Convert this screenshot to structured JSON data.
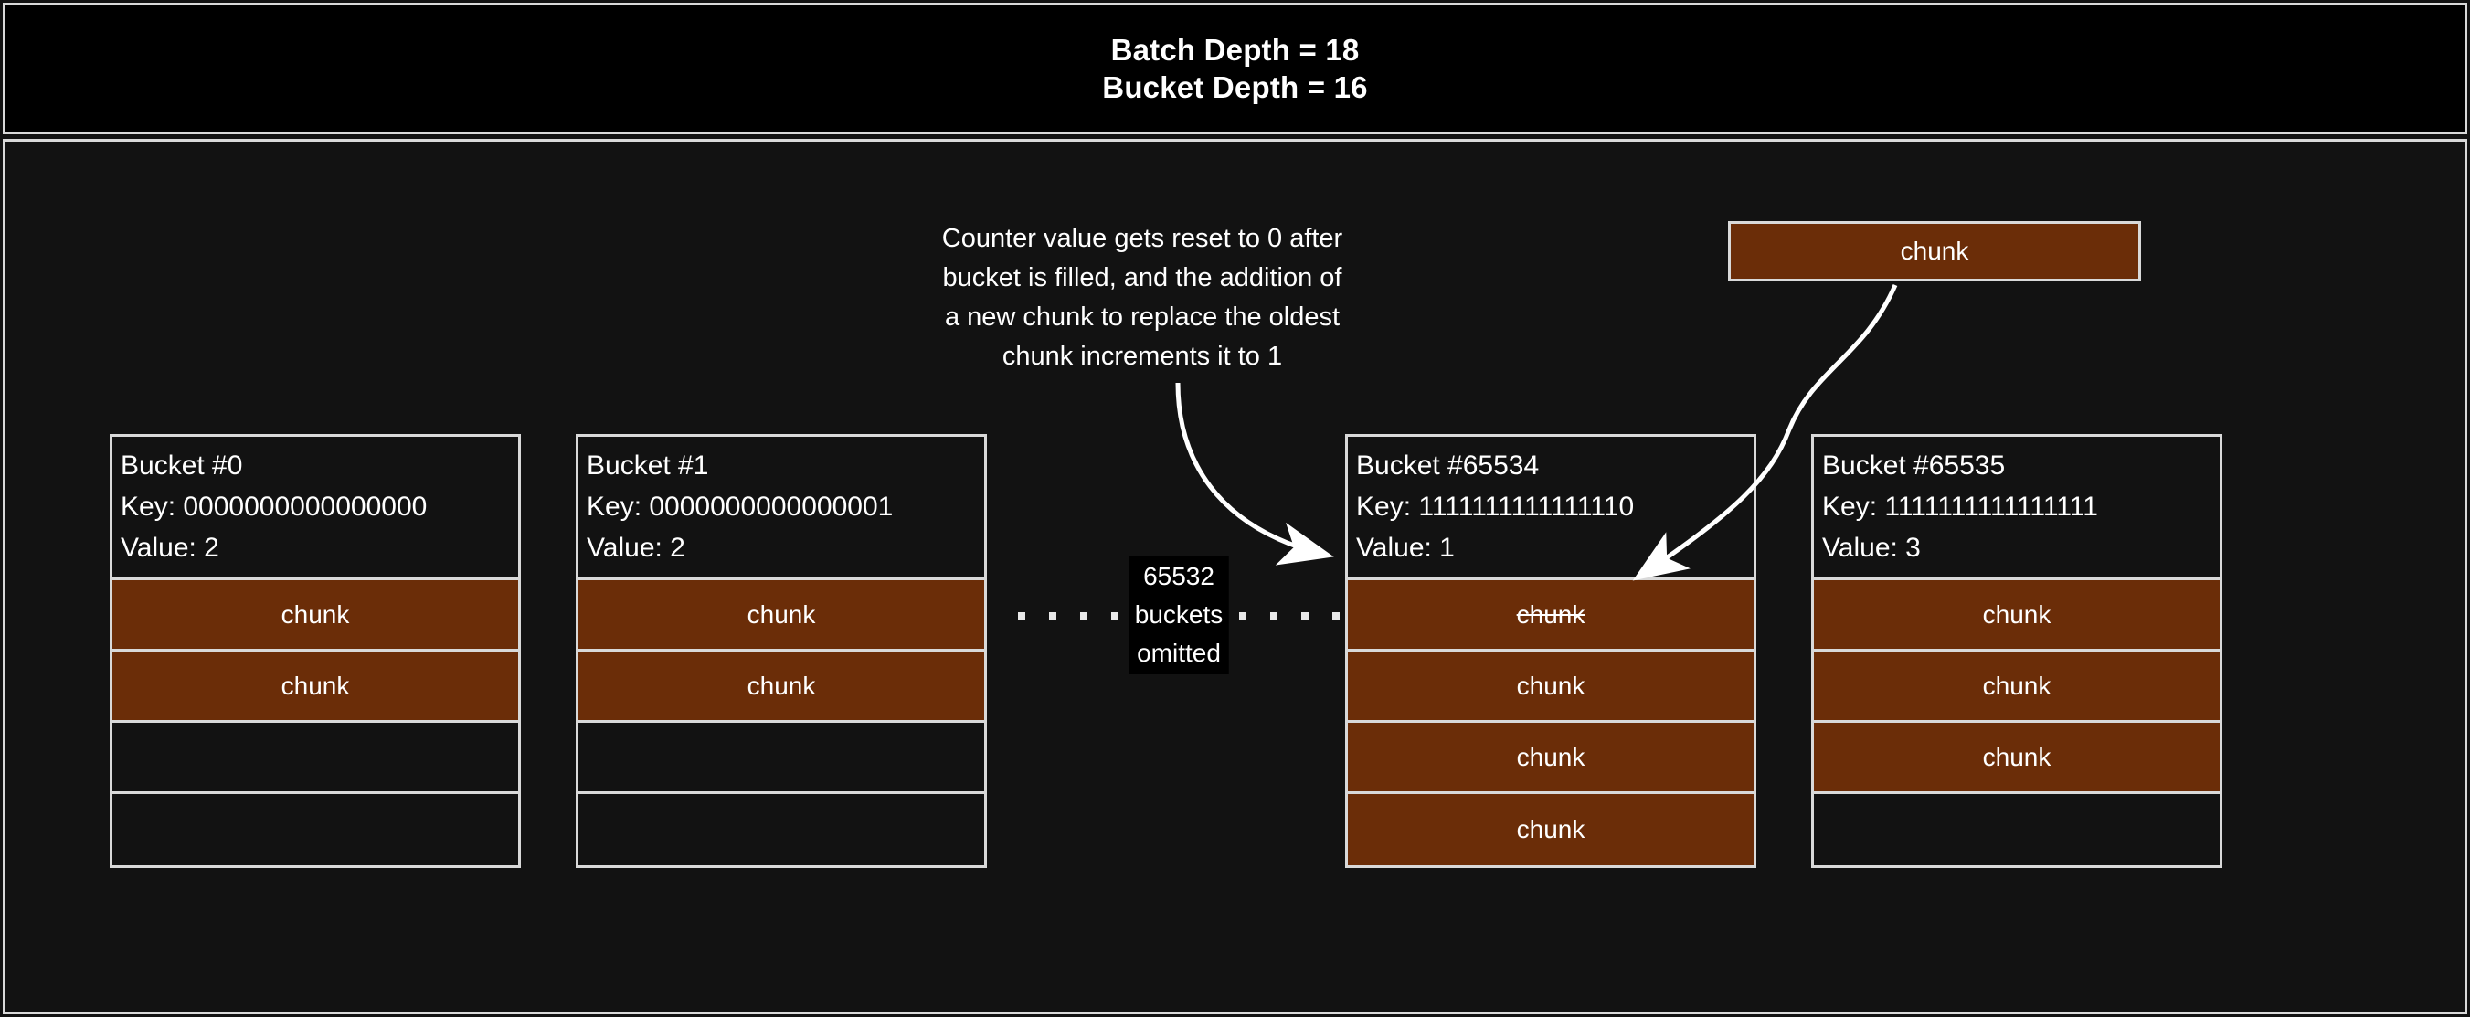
{
  "header": {
    "line1": "Batch Depth = 18",
    "line2": "Bucket Depth = 16"
  },
  "annotation": {
    "line1": "Counter value gets reset to 0 after",
    "line2": "bucket is filled, and the addition of",
    "line3": "a new chunk to replace the oldest",
    "line4": "chunk increments it to 1"
  },
  "floating_chunk": {
    "label": "chunk"
  },
  "omitted": {
    "line1": "65532",
    "line2": "buckets",
    "line3": "omitted",
    "dot_count_left": 4,
    "dot_count_right": 4
  },
  "colors": {
    "chunk_fill": "#6b2d08",
    "border": "#d9d9d9",
    "header_bg": "#000000",
    "body_bg": "#121212",
    "text": "#ffffff"
  },
  "buckets": [
    {
      "title": "Bucket #0",
      "key_line": "Key: 0000000000000000",
      "value_line": "Value: 2",
      "slots": [
        {
          "label": "chunk",
          "filled": true,
          "struck": false
        },
        {
          "label": "chunk",
          "filled": true,
          "struck": false
        },
        {
          "label": "",
          "filled": false,
          "struck": false
        },
        {
          "label": "",
          "filled": false,
          "struck": false
        }
      ]
    },
    {
      "title": "Bucket #1",
      "key_line": "Key: 0000000000000001",
      "value_line": "Value: 2",
      "slots": [
        {
          "label": "chunk",
          "filled": true,
          "struck": false
        },
        {
          "label": "chunk",
          "filled": true,
          "struck": false
        },
        {
          "label": "",
          "filled": false,
          "struck": false
        },
        {
          "label": "",
          "filled": false,
          "struck": false
        }
      ]
    },
    {
      "title": "Bucket #65534",
      "key_line": "Key: 1111111111111110",
      "value_line": "Value: 1",
      "slots": [
        {
          "label": "chunk",
          "filled": true,
          "struck": true
        },
        {
          "label": "chunk",
          "filled": true,
          "struck": false
        },
        {
          "label": "chunk",
          "filled": true,
          "struck": false
        },
        {
          "label": "chunk",
          "filled": true,
          "struck": false
        }
      ]
    },
    {
      "title": "Bucket #65535",
      "key_line": "Key: 1111111111111111",
      "value_line": "Value: 3",
      "slots": [
        {
          "label": "chunk",
          "filled": true,
          "struck": false
        },
        {
          "label": "chunk",
          "filled": true,
          "struck": false
        },
        {
          "label": "chunk",
          "filled": true,
          "struck": false
        },
        {
          "label": "",
          "filled": false,
          "struck": false
        }
      ]
    }
  ]
}
